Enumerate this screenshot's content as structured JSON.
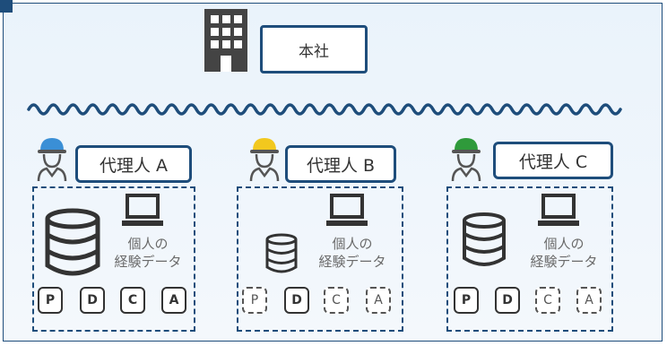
{
  "headquarters": {
    "label": "本社"
  },
  "agents": [
    {
      "label": "代理人 A",
      "helmet_color": "#3a8fd6",
      "data_caption": [
        "個人の",
        "経験データ"
      ],
      "pdca": [
        {
          "letter": "P",
          "active": true
        },
        {
          "letter": "D",
          "active": true
        },
        {
          "letter": "C",
          "active": true
        },
        {
          "letter": "A",
          "active": true
        }
      ]
    },
    {
      "label": "代理人 B",
      "helmet_color": "#f2c81e",
      "data_caption": [
        "個人の",
        "経験データ"
      ],
      "pdca": [
        {
          "letter": "P",
          "active": false
        },
        {
          "letter": "D",
          "active": true
        },
        {
          "letter": "C",
          "active": false
        },
        {
          "letter": "A",
          "active": false
        }
      ]
    },
    {
      "label": "代理人 C",
      "helmet_color": "#2f9a3b",
      "data_caption": [
        "個人の",
        "経験データ"
      ],
      "pdca": [
        {
          "letter": "P",
          "active": true
        },
        {
          "letter": "D",
          "active": true
        },
        {
          "letter": "C",
          "active": false
        },
        {
          "letter": "A",
          "active": false
        }
      ]
    }
  ],
  "colors": {
    "frame": "#1e4d7b",
    "icon": "#333333"
  }
}
